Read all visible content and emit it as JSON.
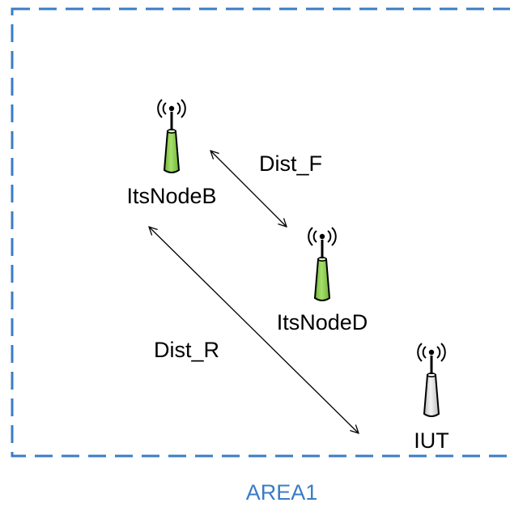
{
  "area": {
    "label": "AREA1",
    "border_color": "#3a7cc7",
    "label_color": "#3a7cc7"
  },
  "nodes": [
    {
      "id": "its-node-b",
      "label": "ItsNodeB",
      "icon": "antenna-icon",
      "color": "#8fd14f"
    },
    {
      "id": "its-node-d",
      "label": "ItsNodeD",
      "icon": "antenna-icon",
      "color": "#8fd14f"
    },
    {
      "id": "iut",
      "label": "IUT",
      "icon": "antenna-icon",
      "color": "#e8e8e8"
    }
  ],
  "distances": [
    {
      "label": "Dist_F",
      "from": "ItsNodeB",
      "to": "ItsNodeD"
    },
    {
      "label": "Dist_R",
      "from": "ItsNodeB",
      "to": "IUT"
    }
  ]
}
